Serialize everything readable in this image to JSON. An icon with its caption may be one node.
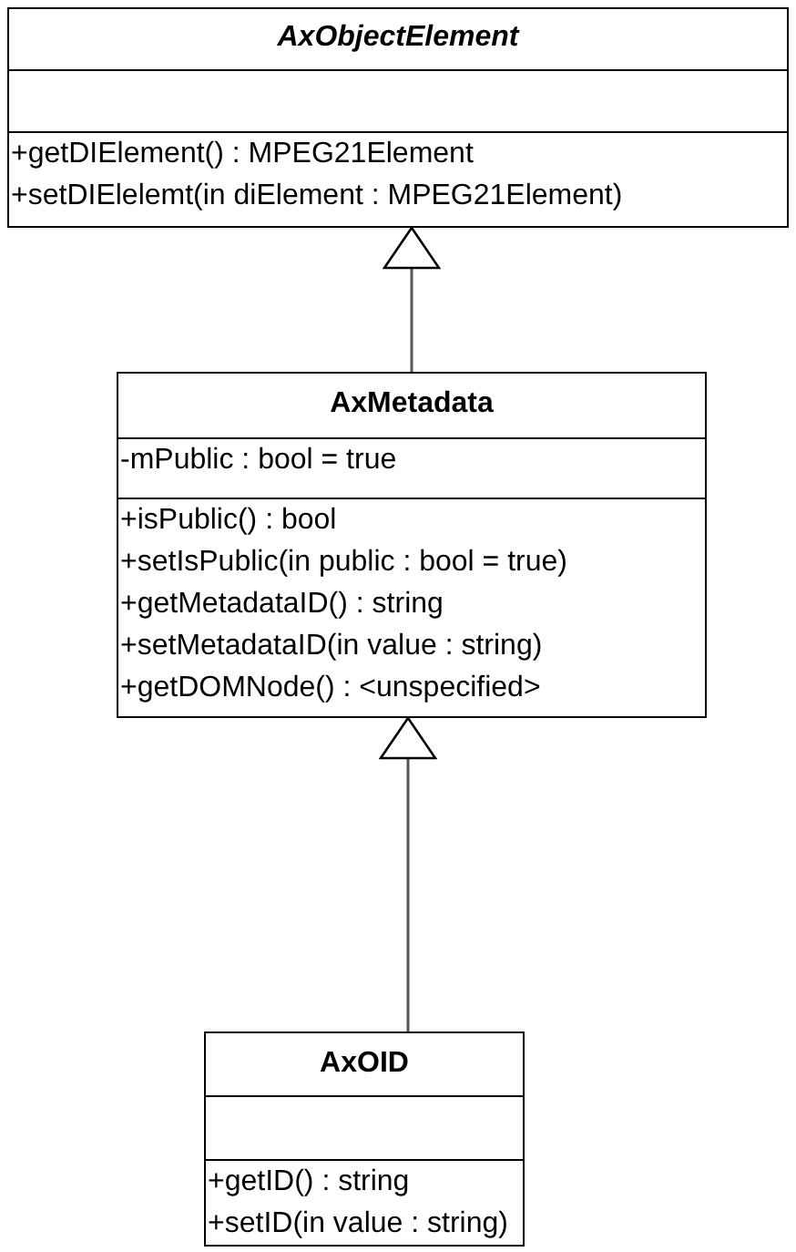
{
  "diagram": {
    "nodes": [
      {
        "text": [
          "AxObjectElement"
        ]
      },
      {
        "text": [],
        "shape": "box",
        "in": 0
      },
      {
        "text": [
          "+getDIElement() : MPEG21Element",
          "+setDIElelemt(in diElement : MPEG21Element)"
        ],
        "in": 0
      },
      {
        "text": [
          "AxMetadata"
        ]
      },
      {
        "text": [
          "-mPublic : bool = true"
        ],
        "in": 3
      },
      {
        "text": [
          "+isPublic() : bool",
          "+setIsPublic(in public : bool = true)",
          "+getMetadataID() : string",
          "+setMetadataID(in value : string)",
          "+getDOMNode() : <unspecified>"
        ],
        "in": 3
      },
      {
        "text": [
          "AxOID"
        ]
      },
      {
        "text": [],
        "shape": "box",
        "in": 6
      },
      {
        "text": [
          "+getID() : string",
          "+setID(in value : string)"
        ],
        "in": 6
      }
    ],
    "edges": [
      {
        "from": 3,
        "to": 0,
        "arrow": "to"
      },
      {
        "from": 6,
        "to": 3,
        "arrow": "to"
      }
    ]
  }
}
